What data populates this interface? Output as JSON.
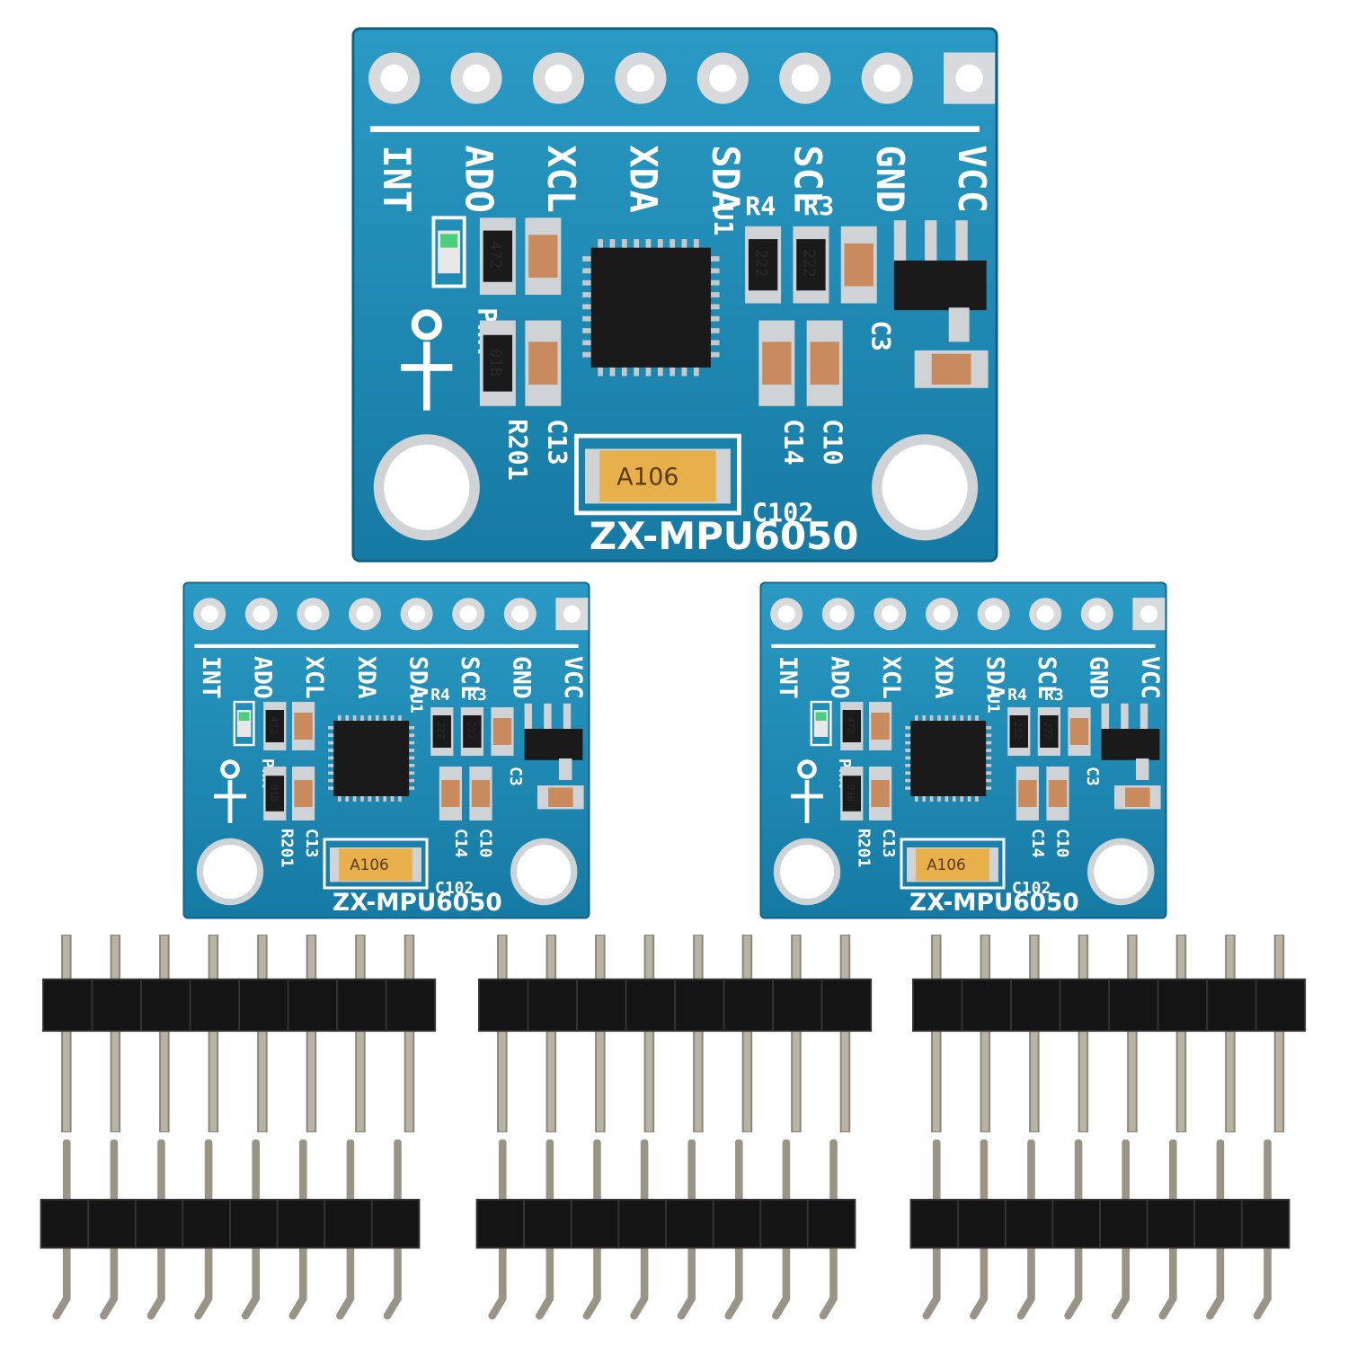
{
  "product": {
    "module_name": "ZX-MPU6050",
    "pin_labels": [
      "INT",
      "ADO",
      "XCL",
      "XDA",
      "SDA",
      "SCL",
      "GND",
      "VCC"
    ],
    "component_labels": {
      "r4": "R4",
      "r3": "R3",
      "c3": "C3",
      "u1": "U1",
      "c13": "C13",
      "r201": "R201",
      "c14": "C14",
      "c10": "C10",
      "c102": "C102",
      "pwr": "PWR"
    },
    "resistor_codes": {
      "r472": "472",
      "r222a": "222",
      "r222b": "222",
      "r01b": "01B"
    },
    "tantalum_marking": "A106",
    "board_count": 3,
    "header_count": 6,
    "pins_per_header": 8
  },
  "colors": {
    "pcb": "#1d8fb8",
    "pcb_dark": "#12678c",
    "silkscreen": "#ffffff",
    "pad": "#cfd3d6",
    "tantalum": "#e8b04a",
    "header_plastic": "#141414",
    "pin_metal": "#b9b3a6"
  }
}
